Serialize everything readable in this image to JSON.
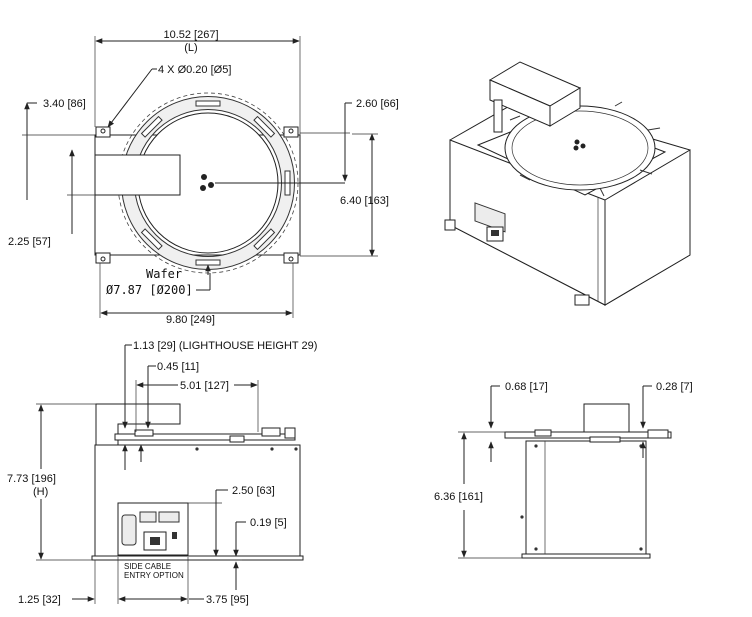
{
  "top_view": {
    "width": "10.52 [267]",
    "width_symbol": "(L)",
    "holes": "4 X Ø0.20 [Ø5]",
    "left_offset": "3.40 [86]",
    "right_offset": "2.60 [66]",
    "height": "6.40 [163]",
    "lower_offset": "2.25 [57]",
    "wafer_label": "Wafer",
    "wafer_diameter": "Ø7.87 [Ø200]",
    "base_width": "9.80 [249]"
  },
  "front_view": {
    "lighthouse": "1.13 [29] (LIGHTHOUSE HEIGHT 29)",
    "offset_small": "0.45 [11]",
    "offset_span": "5.01 [127]",
    "overall_height": "7.73 [196]",
    "height_symbol": "(H)",
    "connector_height": "2.50 [63]",
    "base_gap": "0.19 [5]",
    "cable_note_line1": "SIDE CABLE",
    "cable_note_line2": "ENTRY OPTION",
    "left_margin": "1.25 [32]",
    "connector_width": "3.75 [95]"
  },
  "side_view": {
    "top_offset_left": "0.68 [17]",
    "top_offset_right": "0.28 [7]",
    "height": "6.36 [161]"
  }
}
